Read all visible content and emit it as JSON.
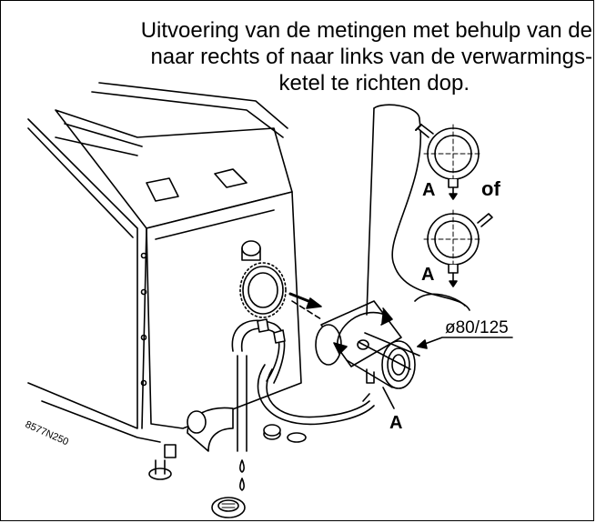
{
  "caption": {
    "line1": "Uitvoering van de metingen met behulp van de",
    "line2": "naar rechts of naar links van de verwarmings-",
    "line3": "ketel te richten dop."
  },
  "labels": {
    "a_top": "A",
    "a_middle": "A",
    "a_bottom": "A",
    "of": "of",
    "diameter": "ø80/125",
    "reference": "8577N250"
  },
  "colors": {
    "line": "#000000",
    "background": "#ffffff",
    "shade": "#e6e6e6"
  }
}
